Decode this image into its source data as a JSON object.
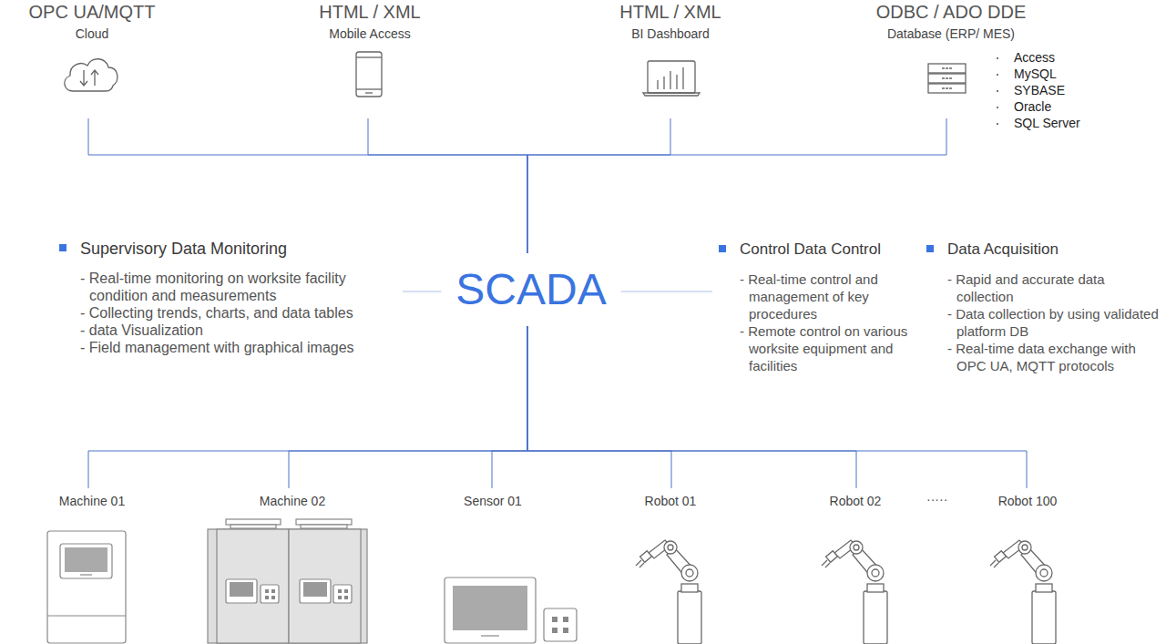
{
  "diagram": {
    "nodes": [
      {
        "text": [
          "OPC UA/MQTT",
          "Cloud"
        ]
      },
      {
        "text": [
          "HTML / XML",
          "Mobile Access"
        ]
      },
      {
        "text": [
          "HTML / XML",
          "BI Dashboard"
        ]
      },
      {
        "text": [
          "ODBC / ADO DDE",
          "Database (ERP/ MES)"
        ]
      },
      {
        "text": [
          "Supervisory Data Monitoring",
          "- Real-time monitoring on worksite facility condition and measurements",
          "- Collecting trends, charts, and data tables",
          "- data Visualization",
          "- Field management with graphical images"
        ]
      },
      {
        "text": [
          "SCADA"
        ]
      },
      {
        "text": [
          "Control Data Control",
          "- Real-time control and management of key procedures",
          "- Remote control on various worksite equipment and facilities"
        ]
      },
      {
        "text": [
          "Data Acquisition",
          "- Rapid and accurate data collection",
          "- Data collection by using validated platform DB",
          "- Real-time data exchange with OPC UA, MQTT protocols"
        ]
      },
      {
        "text": [
          "Machine 01"
        ]
      },
      {
        "text": [
          "Machine 02"
        ]
      },
      {
        "text": [
          "Sensor 01"
        ]
      },
      {
        "text": [
          "Robot 01"
        ]
      },
      {
        "text": [
          "Robot 02"
        ]
      },
      {
        "text": [
          "Robot 100"
        ]
      }
    ],
    "edges": [
      {
        "from": 5,
        "to": 0,
        "arrow": "none"
      },
      {
        "from": 5,
        "to": 1,
        "arrow": "none"
      },
      {
        "from": 5,
        "to": 2,
        "arrow": "none"
      },
      {
        "from": 5,
        "to": 3,
        "arrow": "none"
      },
      {
        "from": 5,
        "to": 4,
        "arrow": "none"
      },
      {
        "from": 5,
        "to": 6,
        "arrow": "none"
      },
      {
        "from": 5,
        "to": 8,
        "arrow": "none"
      },
      {
        "from": 5,
        "to": 9,
        "arrow": "none"
      },
      {
        "from": 5,
        "to": 10,
        "arrow": "none"
      },
      {
        "from": 5,
        "to": 11,
        "arrow": "none"
      },
      {
        "from": 5,
        "to": 12,
        "arrow": "none"
      },
      {
        "from": 5,
        "to": 13,
        "arrow": "none"
      }
    ],
    "labels": [
      "Access",
      "MySQL",
      "SYBASE",
      "Oracle",
      "SQL Server",
      "·····"
    ]
  }
}
